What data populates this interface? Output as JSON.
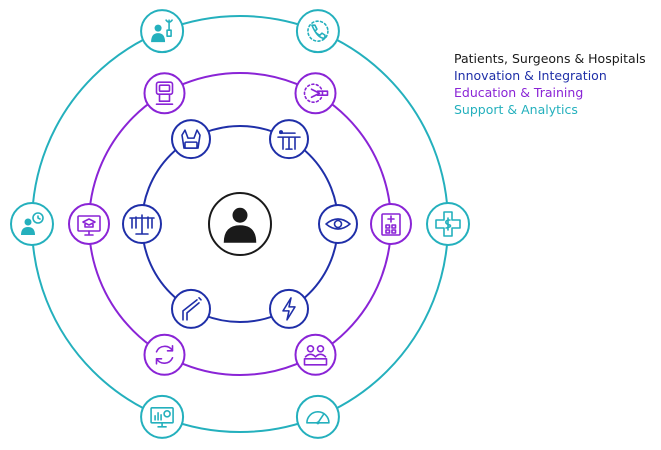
{
  "legend": [
    {
      "label": "Patients, Surgeons & Hospitals",
      "color": "#1a1a1a"
    },
    {
      "label": "Innovation & Integration",
      "color": "#1f2fa8"
    },
    {
      "label": "Education & Training",
      "color": "#8a24d6"
    },
    {
      "label": "Support & Analytics",
      "color": "#24b0bd"
    }
  ],
  "colors": {
    "center": "#1a1a1a",
    "inner": "#1f2fa8",
    "middle": "#8a24d6",
    "outer": "#24b0bd"
  },
  "rings": {
    "center": {
      "icon": "person-icon"
    },
    "inner": [
      "robot-arm-icon",
      "operating-table-icon",
      "eye-icon",
      "energy-bolt-icon",
      "surgical-instrument-icon",
      "robotic-system-icon"
    ],
    "middle": [
      "surgeon-console-icon",
      "stapler-target-icon",
      "hospital-icon",
      "team-collaboration-icon",
      "refresh-training-icon",
      "graduation-monitor-icon"
    ],
    "outer": [
      "support-technician-icon",
      "phone-support-icon",
      "financing-cross-icon",
      "performance-gauge-icon",
      "analytics-dashboard-icon",
      "timed-user-icon"
    ]
  }
}
